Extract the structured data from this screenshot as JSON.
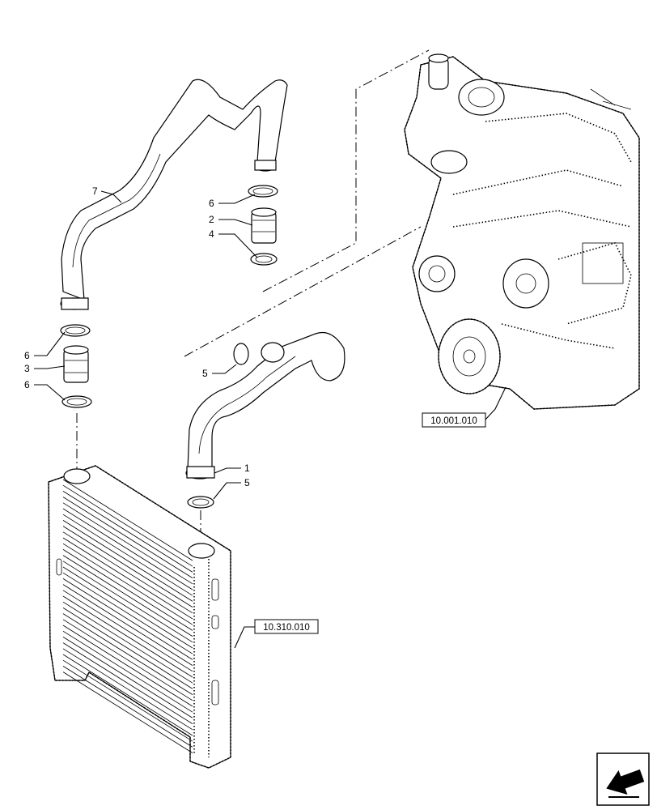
{
  "callouts": {
    "c1": "1",
    "c2": "2",
    "c3": "3",
    "c4": "4",
    "c5a": "5",
    "c5b": "5",
    "c6a": "6",
    "c6b": "6",
    "c6c": "6",
    "c7": "7"
  },
  "references": {
    "engine": "10.001.010",
    "radiator": "10.310.010"
  },
  "nav": {
    "icon": "next-page-arrow-icon"
  }
}
